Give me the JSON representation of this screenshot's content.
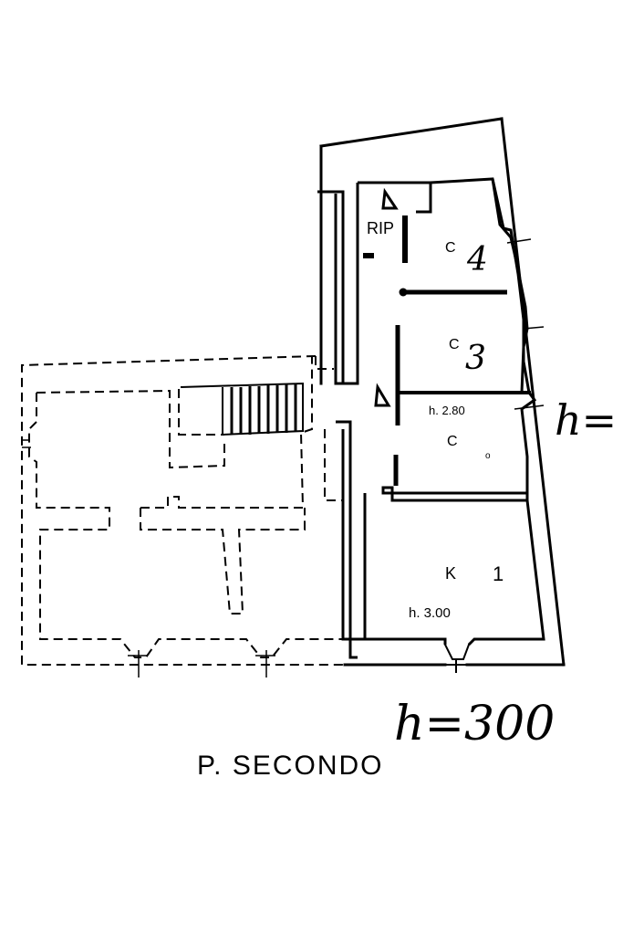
{
  "plan": {
    "title": "P. SECONDO",
    "rooms": {
      "rip": "RIP",
      "c4_letter": "C",
      "c4_number": "4",
      "c3_letter": "C",
      "c3_number": "3",
      "c_letter": "C",
      "c_mark": "o",
      "k1_letter": "K",
      "k1_number": "1"
    },
    "heights": {
      "corridor": "h. 2.80",
      "kitchen": "h. 3.00",
      "handwritten_right": "h=",
      "handwritten_bottom": "h=300"
    },
    "colors": {
      "ink": "#000000",
      "paper": "#ffffff"
    }
  }
}
